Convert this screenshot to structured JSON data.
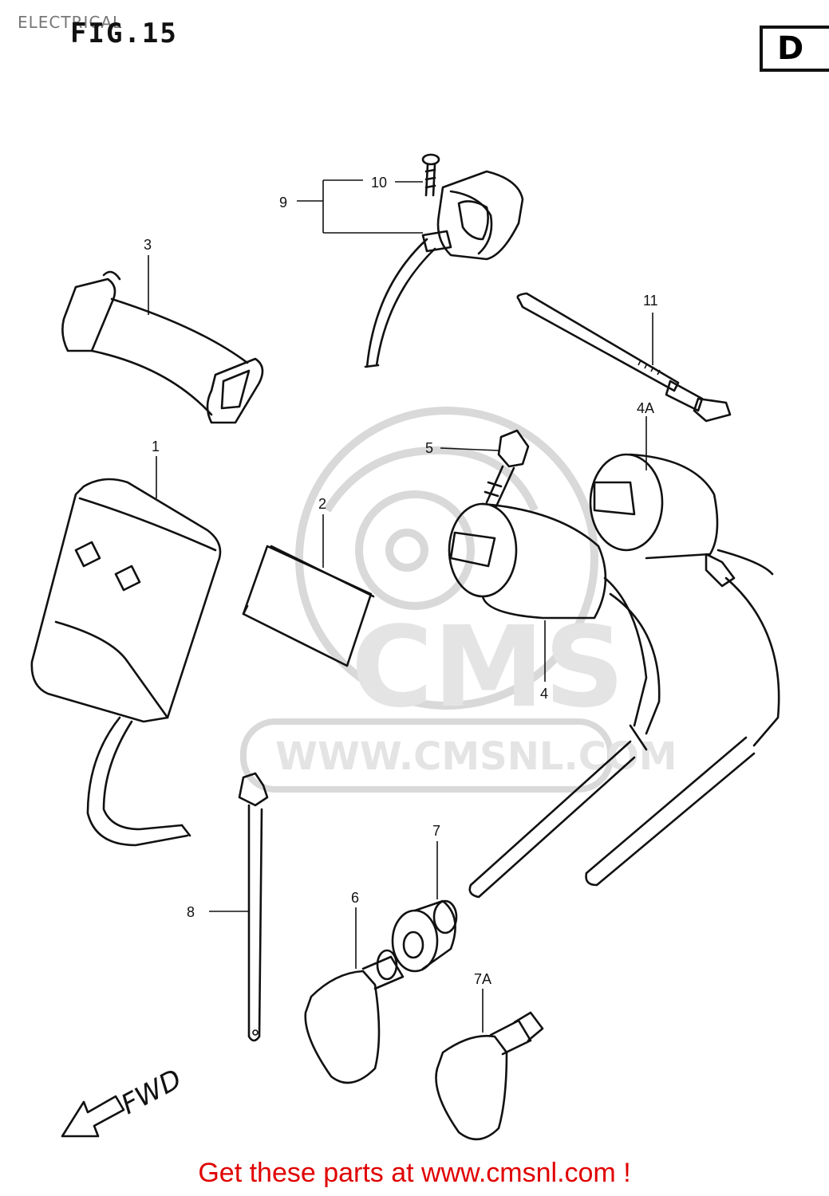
{
  "header": {
    "section": "ELECTRICAL",
    "figure": "FIG.15",
    "code": "D"
  },
  "watermark": {
    "brand": "CMS",
    "url": "WWW.CMSNL.COM"
  },
  "parts": {
    "p1": "1",
    "p2": "2",
    "p3": "3",
    "p4": "4",
    "p4a": "4A",
    "p5": "5",
    "p6": "6",
    "p7": "7",
    "p7a": "7A",
    "p8": "8",
    "p9": "9",
    "p10": "10",
    "p11": "11"
  },
  "direction": "FWD",
  "footer": "Get these parts at www.cmsnl.com !",
  "colors": {
    "footer": "#e00000",
    "lines": "#111111",
    "watermark": "#d9d9d9"
  }
}
